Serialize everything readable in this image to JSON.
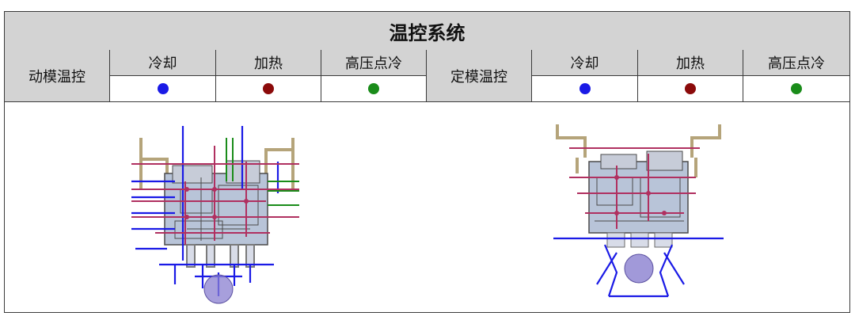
{
  "title": "温控系统",
  "legend": {
    "moving": {
      "label": "动模温控",
      "columns": [
        {
          "label": "冷却",
          "color": "#1a1ae6"
        },
        {
          "label": "加热",
          "color": "#8b0a0a"
        },
        {
          "label": "高压点冷",
          "color": "#1a8c1a"
        }
      ]
    },
    "fixed": {
      "label": "定模温控",
      "columns": [
        {
          "label": "冷却",
          "color": "#1a1ae6"
        },
        {
          "label": "加热",
          "color": "#8b0a0a"
        },
        {
          "label": "高压点冷",
          "color": "#1a8c1a"
        }
      ]
    }
  },
  "colors": {
    "header_bg": "#d3d3d3",
    "border": "#3a3a3a",
    "mold_body": "#b8c4d8",
    "mold_edge": "#4a4a4a",
    "frame_tan": "#b5a47a",
    "cooling_line": "#1a1ae6",
    "heating_line": "#b03060",
    "hp_cooling_line": "#1a8c1a",
    "bottom_sphere": "#8a7fd0"
  },
  "images": {
    "moving_mold": "moving-mold-cooling-diagram",
    "fixed_mold": "fixed-mold-cooling-diagram"
  }
}
